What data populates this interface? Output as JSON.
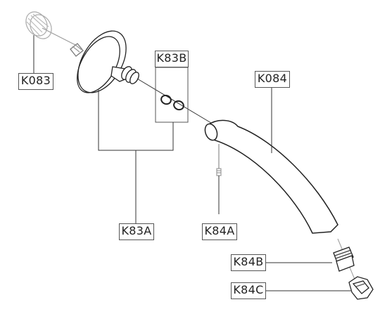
{
  "diagram": {
    "labels": {
      "k083": "K083",
      "k83b": "K83B",
      "k084": "K084",
      "k83a": "K83A",
      "k84a": "K84A",
      "k84b": "K84B",
      "k84c": "K84C"
    },
    "colors": {
      "line": "#333333",
      "light_line": "#888888",
      "part_outline": "#222222",
      "background": "#ffffff"
    }
  }
}
